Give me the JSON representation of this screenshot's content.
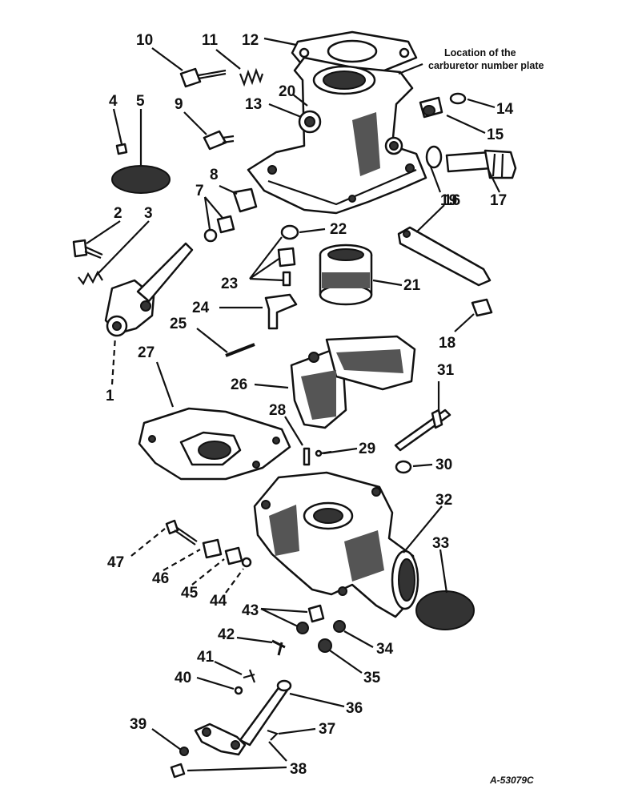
{
  "diagram": {
    "labels": [
      "1",
      "2",
      "3",
      "4",
      "5",
      "7",
      "8",
      "9",
      "10",
      "11",
      "12",
      "13",
      "14",
      "15",
      "16",
      "17",
      "18",
      "19",
      "20",
      "21",
      "22",
      "23",
      "24",
      "25",
      "26",
      "27",
      "28",
      "29",
      "30",
      "31",
      "32",
      "33",
      "34",
      "35",
      "36",
      "37",
      "38",
      "39",
      "40",
      "41",
      "42",
      "43",
      "44",
      "45",
      "46",
      "47"
    ],
    "callout_line1": "Location of the",
    "callout_line2": "carburetor number plate",
    "reference": "A-53079C"
  },
  "colors": {
    "ink": "#111111",
    "paper": "#ffffff",
    "shade": "#555555"
  }
}
